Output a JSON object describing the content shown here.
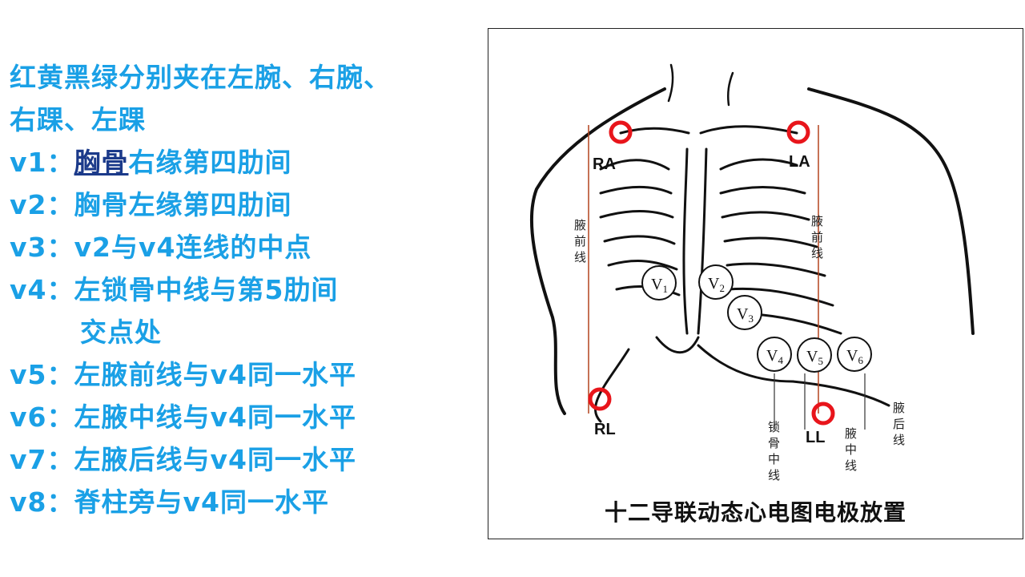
{
  "instructions": {
    "limb_line1": "红黄黑绿分别夹在左腕、右腕、",
    "limb_line2": "右踝、左踝",
    "v1_prefix": "v1：",
    "v1_link": "胸骨",
    "v1_suffix": "右缘第四肋间",
    "v2": "v2：胸骨左缘第四肋间",
    "v3": "v3：v2与v4连线的中点",
    "v4": "v4：左锁骨中线与第5肋间",
    "v4_cont": "交点处",
    "v5": "v5：左腋前线与v4同一水平",
    "v6": "v6：左腋中线与v4同一水平",
    "v7": "v7：左腋后线与v4同一水平",
    "v8": "v8：脊柱旁与v4同一水平"
  },
  "diagram": {
    "electrodes": {
      "ra": "RA",
      "la": "LA",
      "rl": "RL",
      "ll": "LL"
    },
    "chest_leads": {
      "v1_main": "V",
      "v1_sub": "1",
      "v2_main": "V",
      "v2_sub": "2",
      "v3_main": "V",
      "v3_sub": "3",
      "v4_main": "V",
      "v4_sub": "4",
      "v5_main": "V",
      "v5_sub": "5",
      "v6_main": "V",
      "v6_sub": "6"
    },
    "line_labels": {
      "right_axillary_front": [
        "腋",
        "前",
        "线"
      ],
      "left_axillary_front": [
        "腋",
        "前",
        "线"
      ],
      "clavicle_mid": [
        "锁",
        "骨",
        "中",
        "线"
      ],
      "axillary_mid": [
        "腋",
        "中",
        "线"
      ],
      "axillary_post": [
        "腋",
        "后",
        "线"
      ]
    },
    "caption": "十二导联动态心电图电极放置",
    "electrode_color": "#e8151b"
  }
}
